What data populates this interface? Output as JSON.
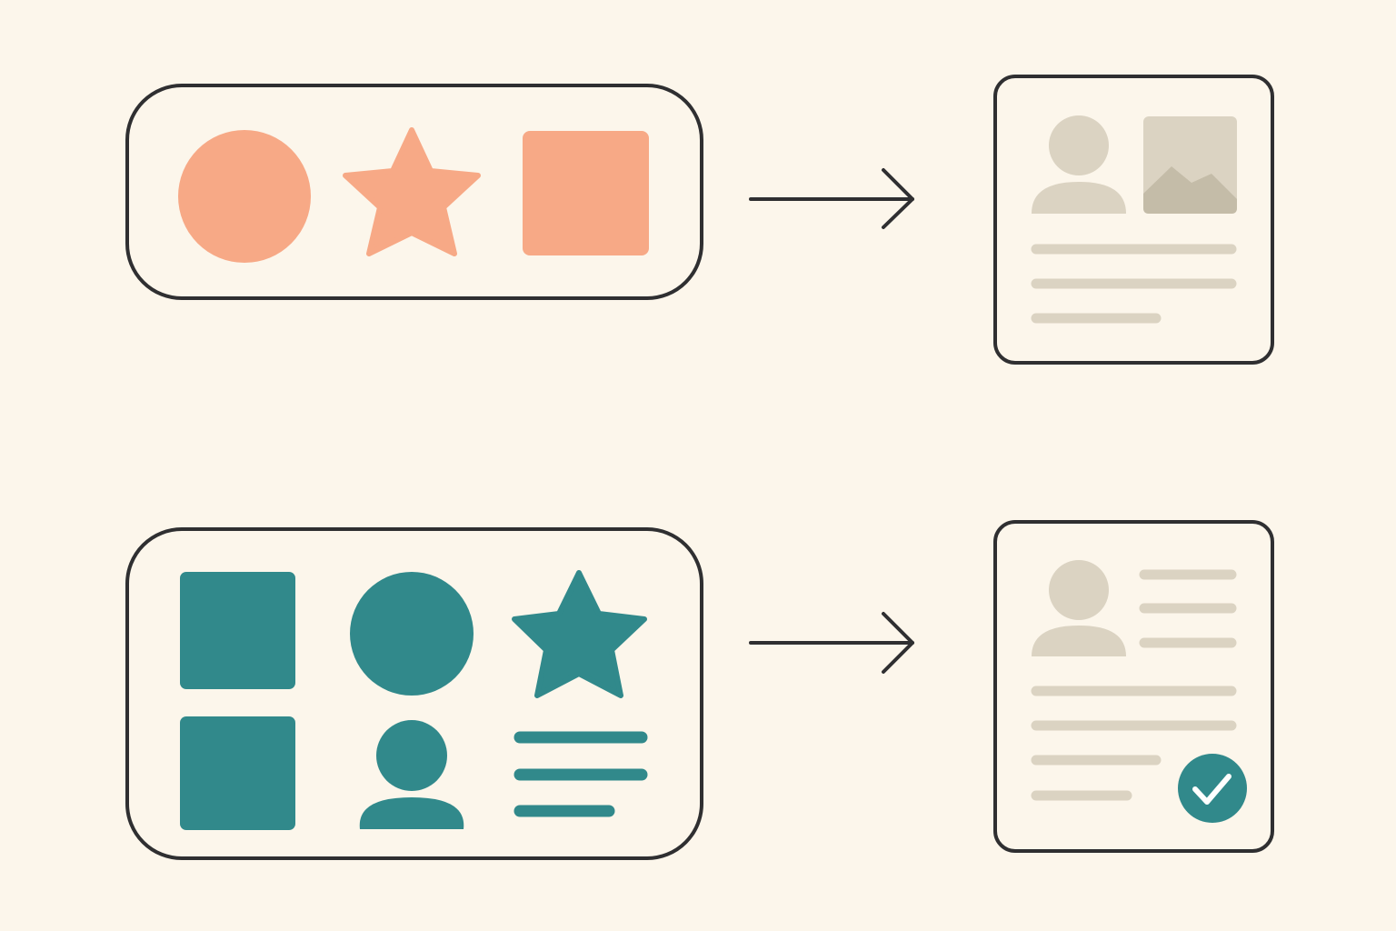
{
  "colors": {
    "background": "#fcf6eb",
    "outline": "#2f2f31",
    "salmon": "#f7a986",
    "teal": "#31898b",
    "placeholder": "#dbd3c2",
    "placeholder_dark": "#c4bca8",
    "check_mark": "#ffffff"
  },
  "rows": [
    {
      "input_panel": {
        "shapes": [
          "circle",
          "star",
          "square"
        ],
        "color": "salmon"
      },
      "arrow": "arrow-right-icon",
      "output_card": {
        "elements": [
          "avatar-icon",
          "image-placeholder-icon",
          "text-line",
          "text-line",
          "text-line"
        ]
      }
    },
    {
      "input_panel": {
        "shapes": [
          "square",
          "circle",
          "star",
          "square",
          "avatar",
          "text-lines"
        ],
        "color": "teal"
      },
      "arrow": "arrow-right-icon",
      "output_card": {
        "elements": [
          "avatar-icon",
          "text-line",
          "text-line",
          "text-line",
          "text-line",
          "text-line",
          "text-line",
          "text-line",
          "check-badge-icon"
        ]
      }
    }
  ]
}
